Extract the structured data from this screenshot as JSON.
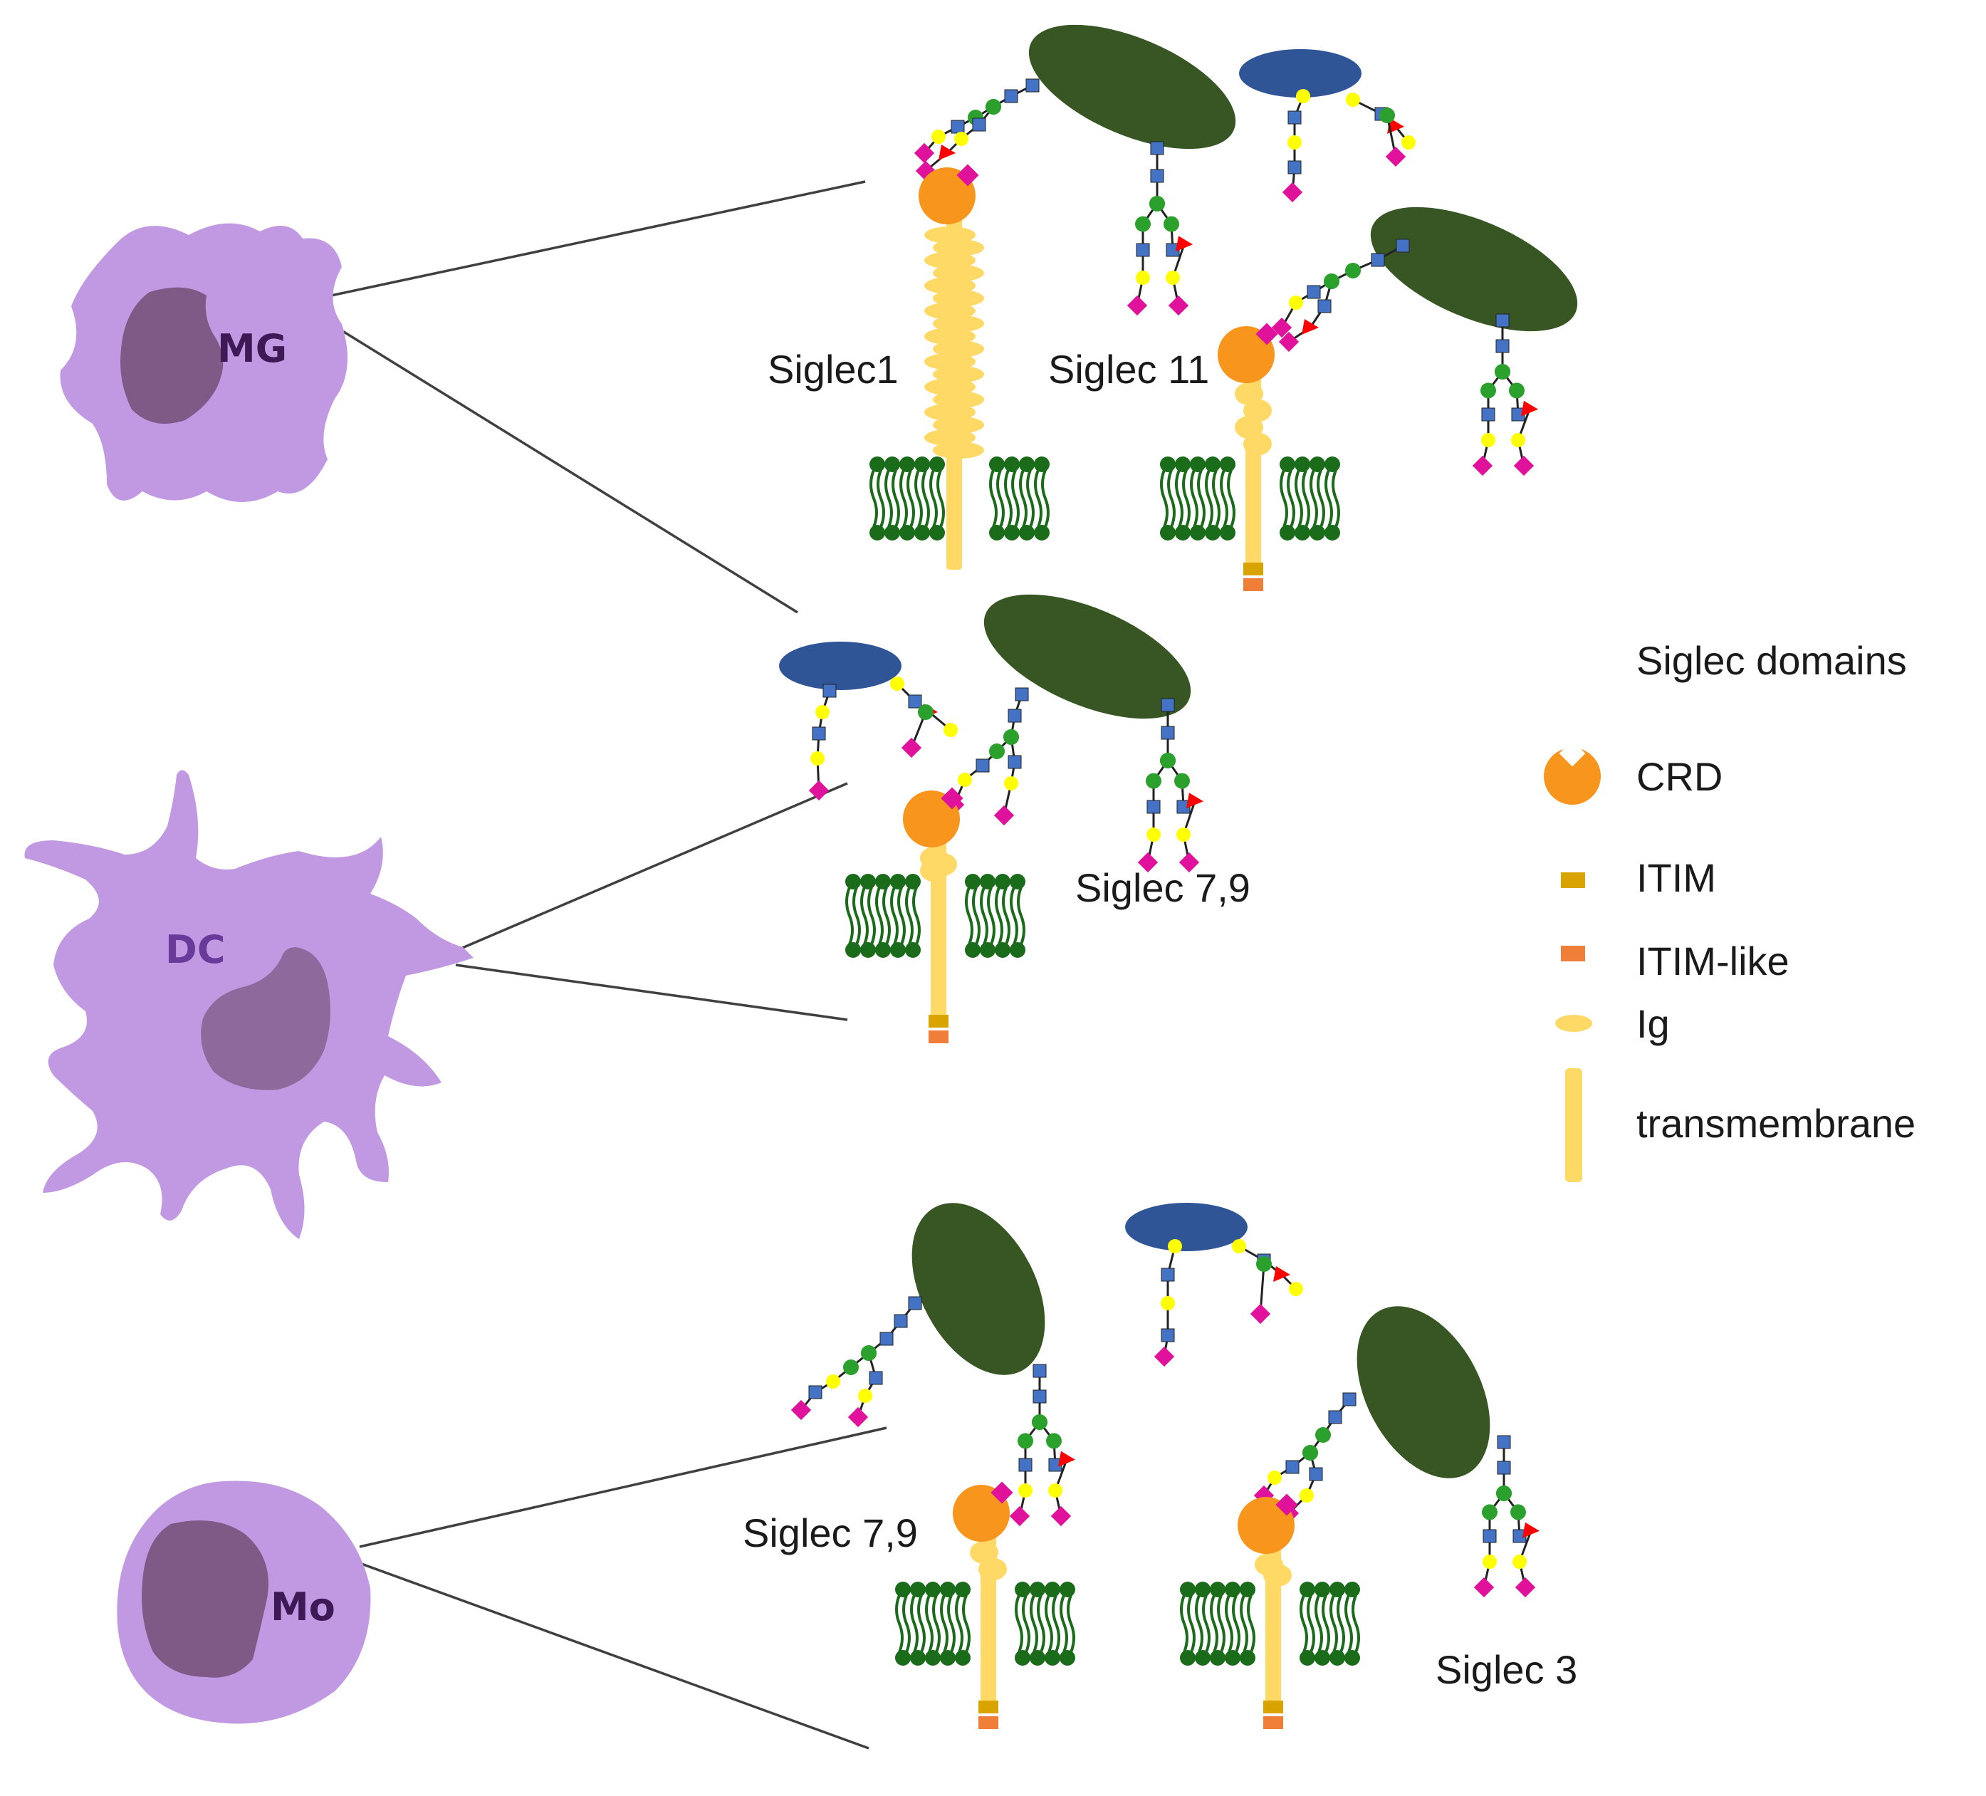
{
  "cells": {
    "mg": {
      "label": "MG",
      "color": "#c199e3",
      "nucleus_color": "#7f5a87"
    },
    "dc": {
      "label": "DC",
      "color": "#c199e3",
      "nucleus_color": "#8e6a9c"
    },
    "mo": {
      "label": "Mo",
      "color": "#c199e3",
      "nucleus_color": "#7f5a87"
    }
  },
  "receptors": {
    "siglec1": "Siglec1",
    "siglec11": "Siglec 11",
    "siglec79_dc": "Siglec 7,9",
    "siglec79_mo": "Siglec 7,9",
    "siglec3": "Siglec 3"
  },
  "legend": {
    "title": "Siglec domains",
    "items": [
      {
        "label": "CRD",
        "icon": "crd-icon",
        "color": "#f7951d"
      },
      {
        "label": "ITIM",
        "icon": "itim-icon",
        "color": "#d9a300"
      },
      {
        "label": "ITIM-like",
        "icon": "itim-like-icon",
        "color": "#ef7e38"
      },
      {
        "label": "Ig",
        "icon": "ig-icon",
        "color": "#ffd966"
      },
      {
        "label": "transmembrane",
        "icon": "transmembrane-icon",
        "color": "#ffd966"
      }
    ]
  },
  "colors": {
    "protein_green": "#375623",
    "protein_blue": "#2f5597",
    "membrane": "#1a6b1a",
    "crd": "#f7951d",
    "stalk": "#ffd966",
    "itim": "#d9a300",
    "itim_like": "#ef7e38",
    "glycan_sialic": "#e0119b",
    "glycan_fucose": "#ff0000",
    "glycan_galactose": "#ffff00",
    "glycan_mannose": "#2ca02c",
    "glycan_glcnac": "#4472c4"
  }
}
